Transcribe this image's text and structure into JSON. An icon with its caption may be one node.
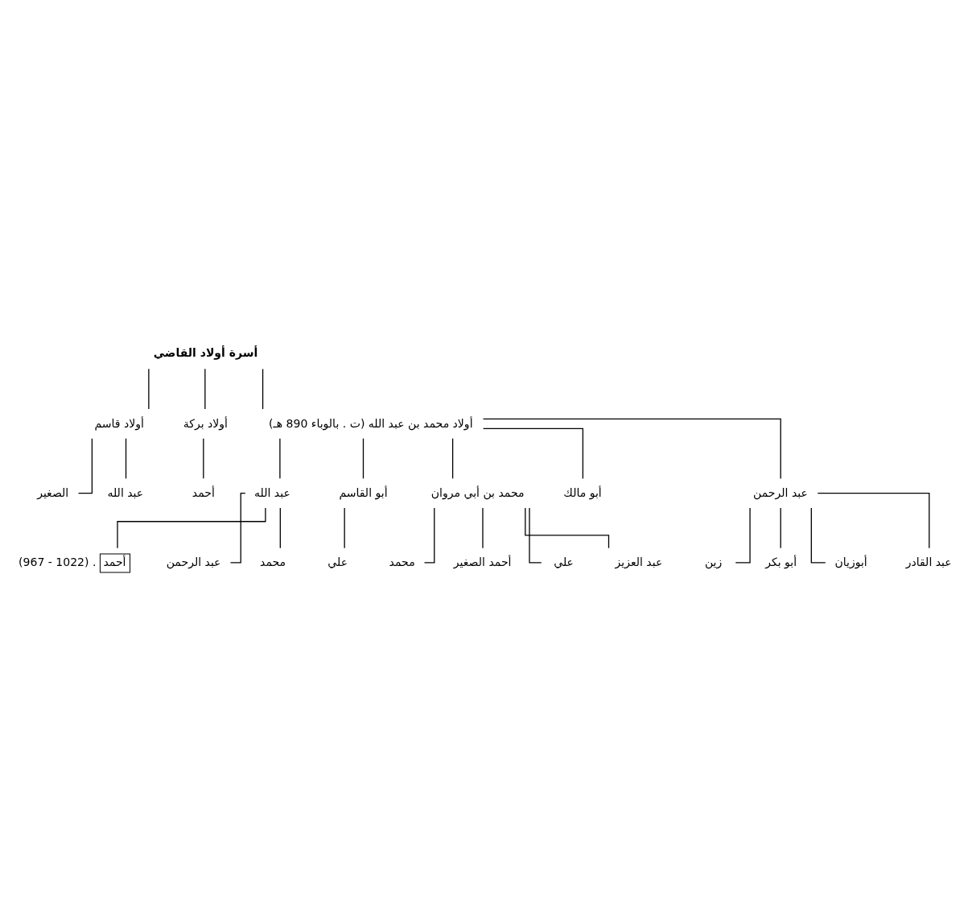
{
  "diagram": {
    "nodes": [
      {
        "text": [
          "أسرة أولاد القاضي"
        ]
      },
      {
        "text": [
          "أولاد محمد بن عبد الله (ت . بالوباء 890 هـ)"
        ]
      },
      {
        "text": [
          "أولاد بركة"
        ]
      },
      {
        "text": [
          "أولاد قاسم"
        ]
      },
      {
        "text": [
          "عبد الرحمن"
        ]
      },
      {
        "text": [
          "أبو مالك"
        ]
      },
      {
        "text": [
          "محمد بن أبي مروان"
        ]
      },
      {
        "text": [
          "أبو القاسم"
        ]
      },
      {
        "text": [
          "عبد الله"
        ]
      },
      {
        "text": [
          "أحمد"
        ]
      },
      {
        "text": [
          "عبد الله"
        ]
      },
      {
        "text": [
          "الصغير"
        ]
      },
      {
        "text": [
          "عبد القادر"
        ]
      },
      {
        "text": [
          "أبوزيان"
        ]
      },
      {
        "text": [
          "أبو بكر"
        ]
      },
      {
        "text": [
          "زين"
        ]
      },
      {
        "text": [
          "عبد العزيز"
        ]
      },
      {
        "text": [
          "علي"
        ]
      },
      {
        "text": [
          "أحمد الصغير"
        ]
      },
      {
        "text": [
          "محمد"
        ]
      },
      {
        "text": [
          "علي"
        ]
      },
      {
        "text": [
          "محمد"
        ]
      },
      {
        "text": [
          "عبد الرحمن"
        ]
      },
      {
        "text": [
          "أحمد"
        ],
        "beside": [
          "(967 - 1022) ."
        ]
      }
    ],
    "edges": [
      {
        "from": 0,
        "to": 1,
        "arrow": "none"
      },
      {
        "from": 0,
        "to": 2,
        "arrow": "none"
      },
      {
        "from": 0,
        "to": 3,
        "arrow": "none"
      },
      {
        "from": 1,
        "to": 4,
        "arrow": "none"
      },
      {
        "from": 1,
        "to": 5,
        "arrow": "none"
      },
      {
        "from": 1,
        "to": 6,
        "arrow": "none"
      },
      {
        "from": 1,
        "to": 7,
        "arrow": "none"
      },
      {
        "from": 1,
        "to": 8,
        "arrow": "none"
      },
      {
        "from": 2,
        "to": 9,
        "arrow": "none"
      },
      {
        "from": 3,
        "to": 10,
        "arrow": "none"
      },
      {
        "from": 3,
        "to": 11,
        "arrow": "none"
      },
      {
        "from": 4,
        "to": 12,
        "arrow": "none"
      },
      {
        "from": 4,
        "to": 13,
        "arrow": "none"
      },
      {
        "from": 4,
        "to": 14,
        "arrow": "none"
      },
      {
        "from": 4,
        "to": 15,
        "arrow": "none"
      },
      {
        "from": 6,
        "to": 16,
        "arrow": "none"
      },
      {
        "from": 6,
        "to": 17,
        "arrow": "none"
      },
      {
        "from": 6,
        "to": 18,
        "arrow": "none"
      },
      {
        "from": 6,
        "to": 19,
        "arrow": "none"
      },
      {
        "from": 7,
        "to": 20,
        "arrow": "none"
      },
      {
        "from": 8,
        "to": 21,
        "arrow": "none"
      },
      {
        "from": 8,
        "to": 22,
        "arrow": "none"
      },
      {
        "from": 8,
        "to": 23,
        "arrow": "none"
      }
    ]
  }
}
